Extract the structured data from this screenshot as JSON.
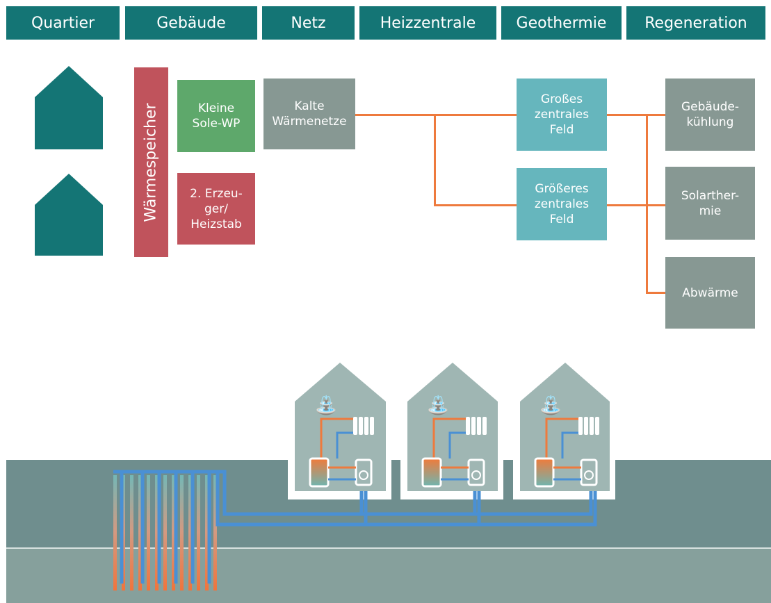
{
  "tabs": [
    {
      "label": "Quartier"
    },
    {
      "label": "Gebäude"
    },
    {
      "label": "Netz"
    },
    {
      "label": "Heizzentrale"
    },
    {
      "label": "Geothermie"
    },
    {
      "label": "Regeneration"
    }
  ],
  "building": {
    "storage_label": "Wärmespeicher",
    "brine_hp_label": "Kleine\nSole-WP",
    "second_generator_label": "2. Erzeu-\nger/\nHeizstab"
  },
  "network": {
    "cold_network_label": "Kalte\nWärmenetze"
  },
  "geothermal": {
    "large_field_label": "Großes\nzentrales\nFeld",
    "larger_field_label": "Größeres\nzentrales\nFeld"
  },
  "regeneration": {
    "building_cooling_label": "Gebäude-\nkühlung",
    "solar_thermal_label": "Solarther-\nmie",
    "waste_heat_label": "Abwärme"
  },
  "colors": {
    "teal": "#147575",
    "storage_red": "#c0535c",
    "brine_green": "#5ea86b",
    "grey_box": "#879893",
    "light_teal": "#66b6bd",
    "orange_line": "#ee7a3d",
    "blue_pipe": "#4a90d4",
    "ground_upper": "#6f8e8e",
    "ground_lower": "#86a09c"
  }
}
